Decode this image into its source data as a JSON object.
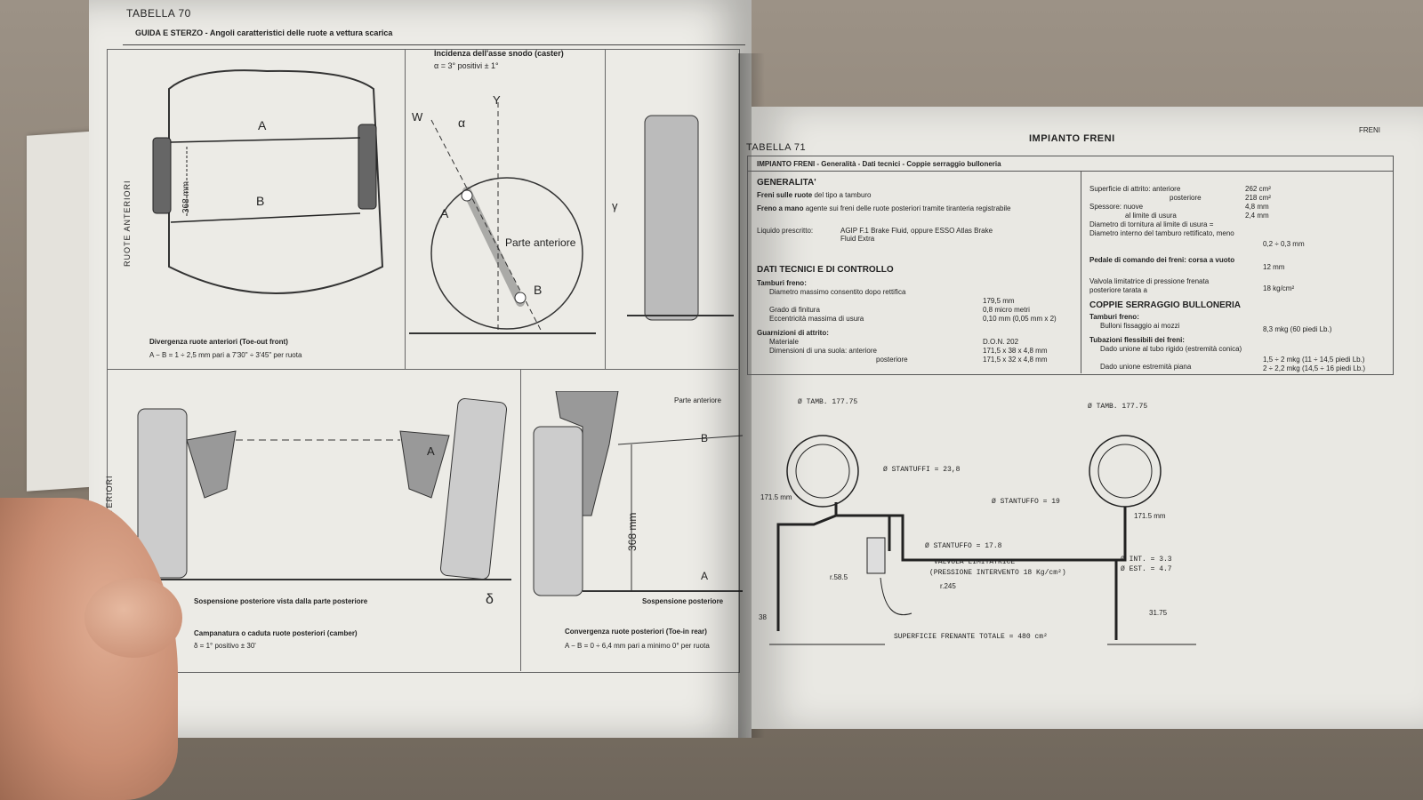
{
  "left": {
    "table_label": "TABELLA 70",
    "subtitle": "GUIDA E STERZO - Angoli caratteristici delle ruote a vettura scarica",
    "side_front": "RUOTE ANTERIORI",
    "side_rear": "RUOTE POSTERIORI",
    "caster_title": "Incidenza dell'asse snodo (caster)",
    "caster_value": "α = 3° positivi ± 1°",
    "label_A": "A",
    "label_B": "B",
    "dim_368": "368 mm",
    "parte_anteriore": "Parte anteriore",
    "toe_out_caption": "Divergenza ruote anteriori (Toe-out front)",
    "toe_out_value": "A − B = 1 ÷ 2,5 mm pari a 7'30\" ÷ 3'45\" per ruota",
    "rear_view_caption": "Sospensione posteriore vista dalla parte posteriore",
    "camber_caption": "Campanatura o caduta ruote posteriori (camber)",
    "camber_value": "δ = 1° positivo ± 30'",
    "rear_susp_caption": "Sospensione posteriore",
    "toe_in_caption": "Convergenza ruote posteriori (Toe-in rear)",
    "toe_in_value": "A − B = 0 ÷ 6,4 mm pari a minimo 0° per ruota",
    "axis_w": "W",
    "axis_y": "Y",
    "alpha": "α",
    "gamma": "γ",
    "delta": "δ"
  },
  "right": {
    "page_header": "IMPIANTO FRENI",
    "corner_header": "FRENI",
    "table_label": "TABELLA 71",
    "subtitle": "IMPIANTO FRENI - Generalità - Dati tecnici - Coppie serraggio bulloneria",
    "generalita": "GENERALITA'",
    "gen_rows": [
      {
        "label": "Freni sulle ruote",
        "value": "del tipo a tamburo"
      },
      {
        "label": "Freno a mano",
        "value": "agente sui freni delle ruote posteriori tramite tiranteria registrabile"
      },
      {
        "label": "Liquido prescritto:",
        "value": "AGIP F.1 Brake Fluid, oppure ESSO Atlas Brake Fluid Extra"
      }
    ],
    "dati_title": "DATI TECNICI E DI CONTROLLO",
    "tamburi_freno": "Tamburi freno:",
    "dati_rows": [
      {
        "label": "Diametro massimo consentito dopo rettifica",
        "value": "179,5 mm"
      },
      {
        "label": "Grado di finitura",
        "value": "0,8 micro metri"
      },
      {
        "label": "Eccentricità massima di usura",
        "value": "0,10 mm (0,05 mm x 2)"
      }
    ],
    "guarnizioni": "Guarnizioni di attrito:",
    "guarn_rows": [
      {
        "label": "Materiale",
        "value": "D.O.N. 202"
      },
      {
        "label": "Dimensioni di una suola: anteriore",
        "value": "171,5 x 38 x 4,8 mm"
      },
      {
        "label": "posteriore",
        "value": "171,5 x 32 x 4,8 mm"
      }
    ],
    "col2_rows": [
      {
        "label": "Superficie di attrito: anteriore",
        "value": "262 cm²"
      },
      {
        "label": "posteriore",
        "value": "218 cm²"
      },
      {
        "label": "Spessore: nuove",
        "value": "4,8 mm"
      },
      {
        "label": "al limite di usura",
        "value": "2,4 mm"
      },
      {
        "label": "Diametro di tornitura al limite di usura = Diametro interno del tamburo rettificato, meno",
        "value": "0,2 ÷ 0,3 mm"
      },
      {
        "label": "Pedale di comando dei freni: corsa a vuoto",
        "value": "12 mm"
      },
      {
        "label": "Valvola limitatrice di pressione frenata posteriore tarata a",
        "value": "18 kg/cm²"
      }
    ],
    "coppie_title": "COPPIE SERRAGGIO BULLONERIA",
    "coppie_rows": [
      {
        "label": "Tamburi freno:",
        "value": ""
      },
      {
        "label": "Bulloni fissaggio ai mozzi",
        "value": "8,3 mkg (60 piedi Lb.)"
      },
      {
        "label": "Tubazioni flessibili dei freni:",
        "value": ""
      },
      {
        "label": "Dado unione al tubo rigido (estremità conica)",
        "value": "1,5 ÷ 2 mkg (11 ÷ 14,5 piedi Lb.)"
      },
      {
        "label": "Dado unione estremità piana",
        "value": "2 ÷ 2,2 mkg (14,5 ÷ 16 piedi Lb.)"
      }
    ],
    "diagram": {
      "tamb_left": "Ø TAMB. 177.75",
      "tamb_right": "Ø TAMB. 177.75",
      "stantuffi": "Ø STANTUFFI = 23,8",
      "stantuffo_19": "Ø STANTUFFO = 19",
      "stantuffo_178": "Ø STANTUFFO = 17.8",
      "dim_1715_left": "171.5 mm",
      "dim_1715_right": "171.5 mm",
      "valvola": "VALVOLA LIMITATRICE",
      "pressione": "(PRESSIONE INTERVENTO 18 Kg/cm²)",
      "int": "Ø INT. = 3.3",
      "est": "Ø EST. = 4.7",
      "r585": "r.58.5",
      "r245": "r.245",
      "d38": "38",
      "d3175": "31.75",
      "superficie": "SUPERFICIE FRENANTE TOTALE = 480 cm²"
    }
  }
}
